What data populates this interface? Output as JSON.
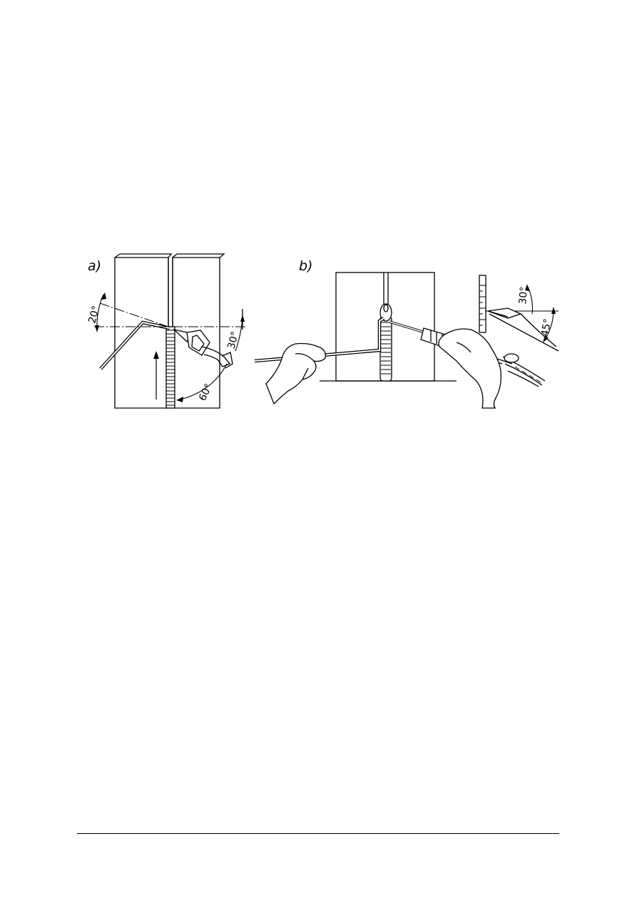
{
  "panel_a": {
    "label": "a)",
    "angle_rod": "20°",
    "angle_torch_upper": "30°",
    "angle_torch_lower": "60°"
  },
  "panel_b": {
    "label": "b)",
    "angle_upper": "30°",
    "angle_lower": "45°"
  },
  "colors": {
    "ink": "#000000",
    "paper": "#ffffff"
  }
}
